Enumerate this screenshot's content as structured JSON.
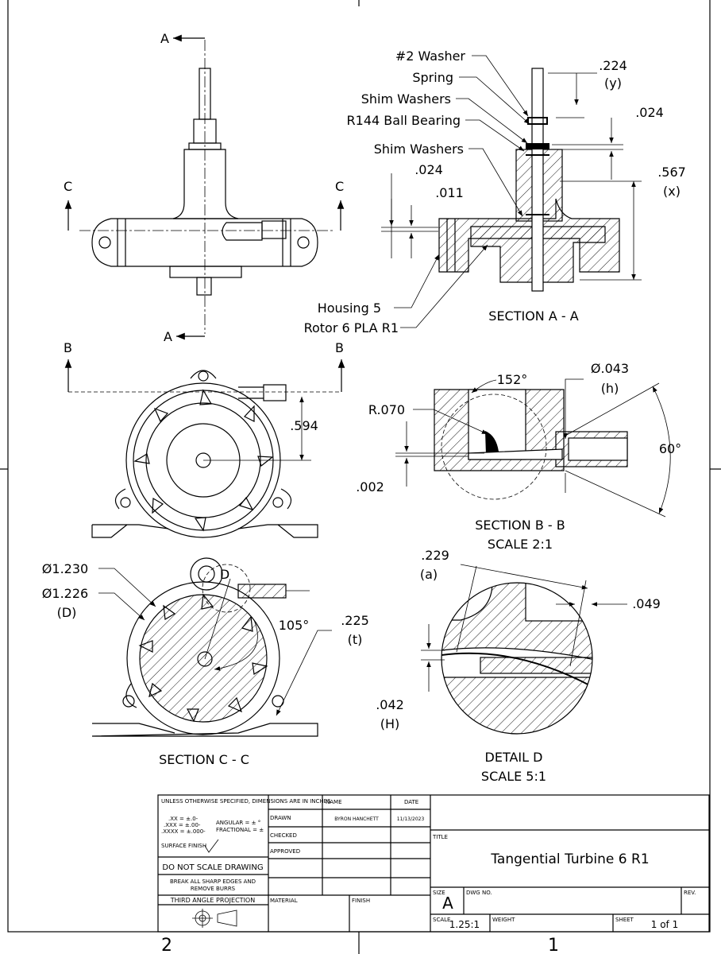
{
  "border": {
    "zone_top": "",
    "zone_bottom_left": "2",
    "zone_bottom_right": "1",
    "zone_right_1": "",
    "zone_right_2": ""
  },
  "views": {
    "front": {
      "cut_a": "A",
      "cut_a2": "A",
      "cut_c": "C",
      "cut_c2": "C"
    },
    "top": {
      "cut_b": "B",
      "cut_b2": "B",
      "dim_594": ".594"
    },
    "section_aa": {
      "title": "SECTION A - A",
      "callouts": [
        "#2 Washer",
        "Spring",
        "Shim Washers",
        "R144 Ball Bearing",
        "Shim Washers"
      ],
      "housing": "Housing 5",
      "rotor": "Rotor 6 PLA R1",
      "dim_224": ".224",
      "dim_y": "(y)",
      "dim_024_right": ".024",
      "dim_567": ".567",
      "dim_x": "(x)",
      "dim_024_left": ".024",
      "dim_011": ".011"
    },
    "section_bb": {
      "title": "SECTION B - B",
      "scale": "SCALE 2:1",
      "angle_152": "152°",
      "dia_043": "Ø.043",
      "dim_h": "(h)",
      "radius": "R.070",
      "angle_60": "60°",
      "dim_002": ".002"
    },
    "section_cc": {
      "title": "SECTION C - C",
      "dia_1230": "Ø1.230",
      "dia_1226": "Ø1.226",
      "dim_D": "(D)",
      "detail_tag": "D",
      "angle_105": "105°",
      "dim_225": ".225",
      "dim_t": "(t)"
    },
    "detail_d": {
      "title": "DETAIL D",
      "scale": "SCALE 5:1",
      "dim_229": ".229",
      "dim_a": "(a)",
      "dim_049": ".049",
      "dim_042": ".042",
      "dim_H": "(H)"
    }
  },
  "title_block": {
    "tolerance_header": "UNLESS OTHERWISE SPECIFIED, DIMENSIONS ARE IN INCHES",
    "tol_xx": ".XX = ±.0-",
    "tol_xxx": ".XXX = ±.00-",
    "tol_xxxx": ".XXXX = ±.000-",
    "angular": "ANGULAR = ± °",
    "fractional": "FRACTIONAL = ±",
    "surface_finish": "SURFACE FINISH",
    "do_not_scale": "DO NOT SCALE DRAWING",
    "break_edges_1": "BREAK ALL SHARP EDGES AND",
    "break_edges_2": "REMOVE BURRS",
    "projection": "THIRD ANGLE PROJECTION",
    "col_name": "NAME",
    "col_date": "DATE",
    "drawn_label": "DRAWN",
    "drawn_name": "BYRON HANCHETT",
    "drawn_date": "11/13/2023",
    "checked_label": "CHECKED",
    "approved_label": "APPROVED",
    "material_label": "MATERIAL",
    "finish_label": "FINISH",
    "title_label": "TITLE",
    "title": "Tangential Turbine 6 R1",
    "size_label": "SIZE",
    "size": "A",
    "dwg_no_label": "DWG NO.",
    "rev_label": "REV.",
    "scale_label": "SCALE",
    "scale": "1.25:1",
    "weight_label": "WEIGHT",
    "sheet_label": "SHEET",
    "sheet": "1 of 1"
  }
}
